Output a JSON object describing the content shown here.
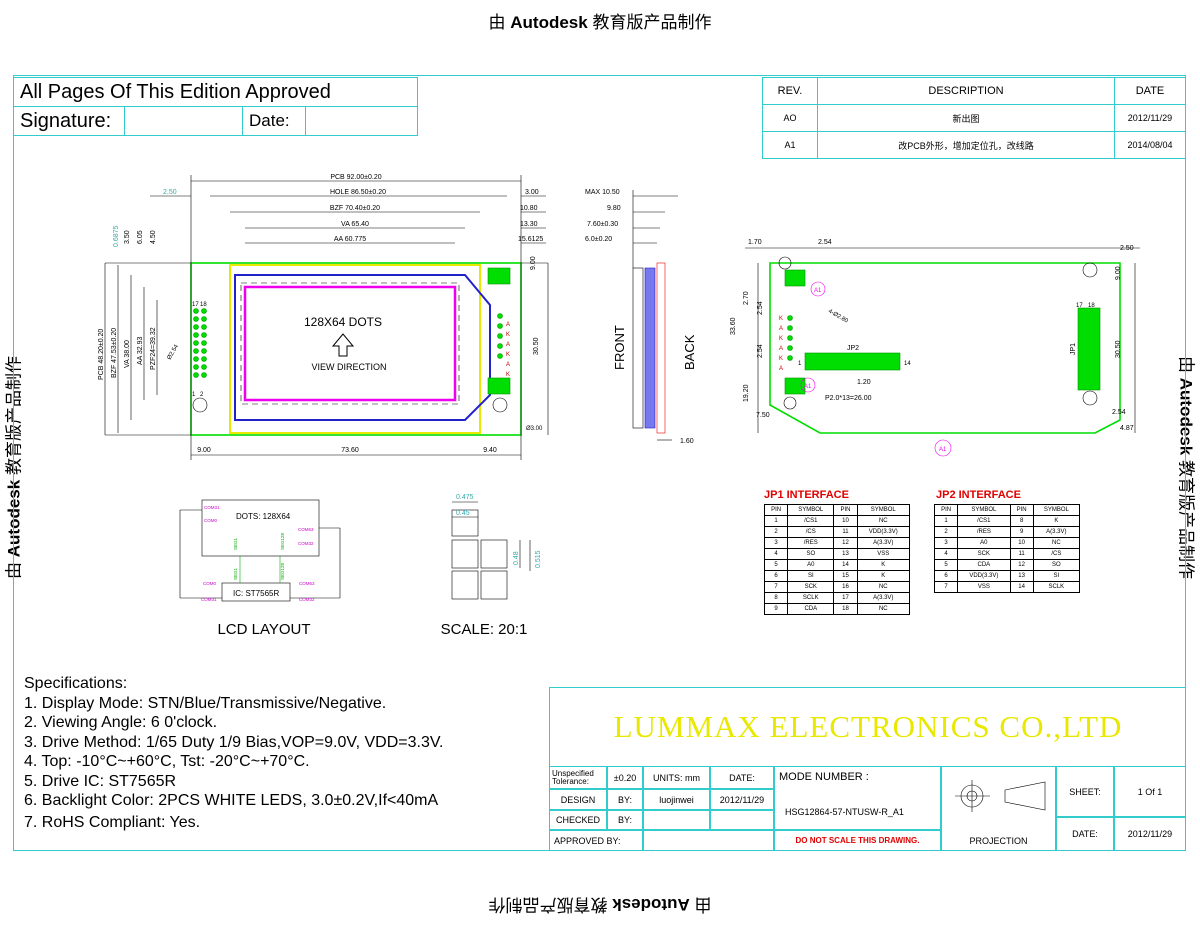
{
  "watermark": {
    "bold": "Autodesk",
    "prefix": "由",
    "suffix": "教育版产品制作"
  },
  "approval": {
    "title": "All Pages Of This Edition Approved",
    "signature_label": "Signature:",
    "date_label": "Date:"
  },
  "revisions": {
    "headers": [
      "REV.",
      "DESCRIPTION",
      "DATE"
    ],
    "rows": [
      {
        "rev": "AO",
        "desc": "新出图",
        "date": "2012/11/29"
      },
      {
        "rev": "A1",
        "desc": "改PCB外形，增加定位孔，改线路",
        "date": "2014/08/04"
      }
    ]
  },
  "front_view": {
    "dims_top": [
      "PCB 92.00±0.20",
      "HOLE 86.50±0.20",
      "BZF 70.40±0.20",
      "VA 65.40",
      "AA 60.775"
    ],
    "dims_left_top": "2.50",
    "dims_right_top": [
      "3.00",
      "10.80",
      "13.30",
      "15.6125"
    ],
    "dims_vertical_left": [
      "0.6875",
      "3.50",
      "6.05",
      "4.50"
    ],
    "dims_side": [
      "PCB 48.20±0.20",
      "BZF 47.53±0.20",
      "VA 38.00",
      "AA 32.93",
      "PZF24=39.32"
    ],
    "dims_bottom": [
      "9.00",
      "73.60",
      "9.40"
    ],
    "dims_right": [
      "9.00",
      "30.50"
    ],
    "hole_label": "Ø3.00",
    "hole_left_label": "Ø2.54",
    "dots_label": "128X64 DOTS",
    "view_label": "VIEW DIRECTION",
    "pin_labels": [
      "18",
      "17",
      "2",
      "1"
    ],
    "side_pins": [
      "A",
      "K",
      "A",
      "K",
      "A",
      "K"
    ]
  },
  "side_view": {
    "dims": [
      "MAX 10.50",
      "9.80",
      "7.60±0.30",
      "6.0±0.20"
    ],
    "front": "FRONT",
    "back": "BACK",
    "bottom": "1.60"
  },
  "back_view": {
    "dims_top": [
      "1.70",
      "2.54",
      "2.50"
    ],
    "dims_left": [
      "33.60",
      "2.70",
      "2.54",
      "2.54",
      "19.20",
      "7.50"
    ],
    "dims_right": [
      "9.00",
      "30.50",
      "2.54",
      "4.87"
    ],
    "jp2_label": "JP2",
    "jp1_label": "JP1",
    "pitch": "P2.0*13=26.00",
    "spacing": "1.20",
    "rev_mark": "A1",
    "hole": "4-Ø2.80",
    "jp2_pins": [
      "1",
      "14"
    ],
    "jp1_pins": [
      "17",
      "18"
    ],
    "pin_letters": [
      "K",
      "A",
      "K",
      "A",
      "K",
      "A"
    ]
  },
  "lcd_layout": {
    "caption": "LCD LAYOUT",
    "dots": "DOTS: 128X64",
    "ic": "IC: ST7565R",
    "labels": [
      "COM31",
      "COM0",
      "SEG1",
      "SEG128",
      "COM63",
      "COM32",
      "SEG1",
      "SEG128",
      "COM0",
      "COM63",
      "COM31",
      "COM32"
    ]
  },
  "scale": {
    "caption": "SCALE: 20:1",
    "dims": [
      "0.475",
      "0.45",
      "0.48",
      "0.515"
    ]
  },
  "jp1": {
    "title": "JP1 INTERFACE",
    "headers": [
      "PIN",
      "SYMBOL",
      "PIN",
      "SYMBOL"
    ],
    "rows": [
      [
        "1",
        "/CS1",
        "10",
        "NC"
      ],
      [
        "2",
        "/CS",
        "11",
        "VDD(3.3V)"
      ],
      [
        "3",
        "/RES",
        "12",
        "A(3.3V)"
      ],
      [
        "4",
        "SO",
        "13",
        "VSS"
      ],
      [
        "5",
        "A0",
        "14",
        "K"
      ],
      [
        "6",
        "SI",
        "15",
        "K"
      ],
      [
        "7",
        "SCK",
        "16",
        "NC"
      ],
      [
        "8",
        "SCLK",
        "17",
        "A(3.3V)"
      ],
      [
        "9",
        "CDA",
        "18",
        "NC"
      ]
    ]
  },
  "jp2": {
    "title": "JP2 INTERFACE",
    "headers": [
      "PIN",
      "SYMBOL",
      "PIN",
      "SYMBOL"
    ],
    "rows": [
      [
        "1",
        "/CS1",
        "8",
        "K"
      ],
      [
        "2",
        "/RES",
        "9",
        "A(3.3V)"
      ],
      [
        "3",
        "A0",
        "10",
        "NC"
      ],
      [
        "4",
        "SCK",
        "11",
        "/CS"
      ],
      [
        "5",
        "CDA",
        "12",
        "SO"
      ],
      [
        "6",
        "VDD(3.3V)",
        "13",
        "SI"
      ],
      [
        "7",
        "VSS",
        "14",
        "SCLK"
      ]
    ]
  },
  "specs": {
    "title": "Specifications:",
    "items": [
      "1. Display Mode:  STN/Blue/Transmissive/Negative.",
      "2. Viewing Angle: 6 0'clock.",
      "3. Drive Method:  1/65 Duty  1/9 Bias,VOP=9.0V, VDD=3.3V.",
      "4. Top:  -10°C~+60°C,  Tst: -20°C~+70°C.",
      "5. Drive IC: ST7565R",
      "6. Backlight Color: 2PCS WHITE LEDS, 3.0±0.2V,If<40mA",
      "7. RoHS Compliant: Yes."
    ]
  },
  "title_block": {
    "company": "LUMMAX ELECTRONICS CO.,LTD",
    "tolerance_label": "Unspecified Tolerance:",
    "tolerance": "±0.20",
    "units": "UNITS: mm",
    "date_label": "DATE:",
    "design_label": "DESIGN",
    "by": "BY:",
    "designer": "luojinwei",
    "design_date": "2012/11/29",
    "checked": "CHECKED",
    "approved": "APPROVED BY:",
    "model_label": "MODE NUMBER :",
    "model": "HSG12864-57-NTUSW-R_A1",
    "no_scale": "DO NOT SCALE THIS DRAWING.",
    "projection": "PROJECTION",
    "sheet_label": "SHEET:",
    "sheet": "1 Of 1",
    "date2_label": "DATE:",
    "date2": "2012/11/29"
  },
  "colors": {
    "frame": "#33cccc",
    "pcb": "#00dd00",
    "bezel": "#e8e800",
    "va": "#2222cc",
    "aa": "#ee00ee",
    "title_red": "#e00000"
  }
}
